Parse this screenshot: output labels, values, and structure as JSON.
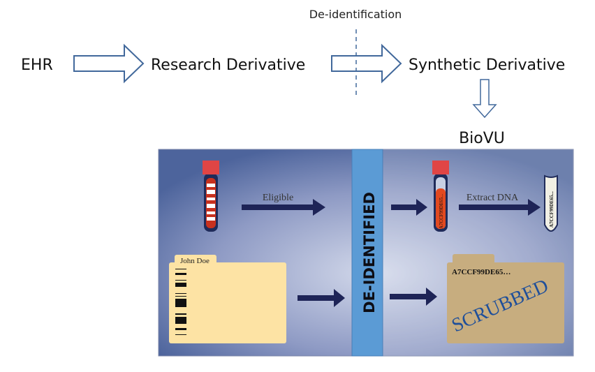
{
  "flow": {
    "ehr": "EHR",
    "research_derivative": "Research Derivative",
    "deidentification": "De-identification",
    "synthetic_derivative": "Synthetic Derivative",
    "biovu": "BioVU"
  },
  "panel": {
    "eligible": "Eligible",
    "band_label": "DE-IDENTIFIED",
    "extract_dna": "Extract DNA",
    "folder_name": "John Doe",
    "sample_id": "A7CCF99DE65...",
    "folder_id": "A7CCF99DE65…",
    "scrubbed": "SCRUBBED"
  },
  "colors": {
    "outline_arrow": "#41689b",
    "dark_arrow": "#1e2457",
    "band": "#5b9bd5",
    "tube_cap": "#e04545",
    "blood": "#c8311e",
    "folder_left": "#fde3a4",
    "folder_right": "#c7ad7f",
    "scrubbed": "#1f4f9a"
  }
}
